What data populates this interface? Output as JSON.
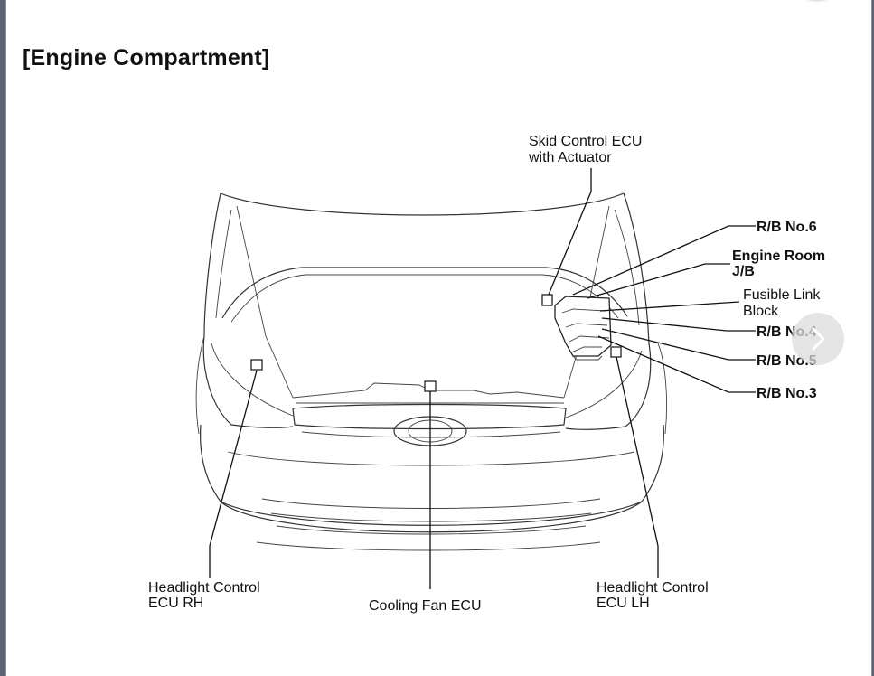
{
  "title": "[Engine Compartment]",
  "labels": {
    "skid_control": [
      "Skid Control ECU",
      "with Actuator"
    ],
    "rb_no6": "R/B No.6",
    "engine_room_jb": [
      "Engine Room",
      "J/B"
    ],
    "fusible_link": [
      "Fusible Link",
      "Block"
    ],
    "rb_no4": "R/B No.4",
    "rb_no5": "R/B No.5",
    "rb_no3": "R/B No.3",
    "headlight_rh": [
      "Headlight Control",
      "ECU RH"
    ],
    "cooling_fan": "Cooling Fan ECU",
    "headlight_lh": [
      "Headlight Control",
      "ECU LH"
    ]
  },
  "icons": {
    "next": "chevron-right-icon"
  }
}
